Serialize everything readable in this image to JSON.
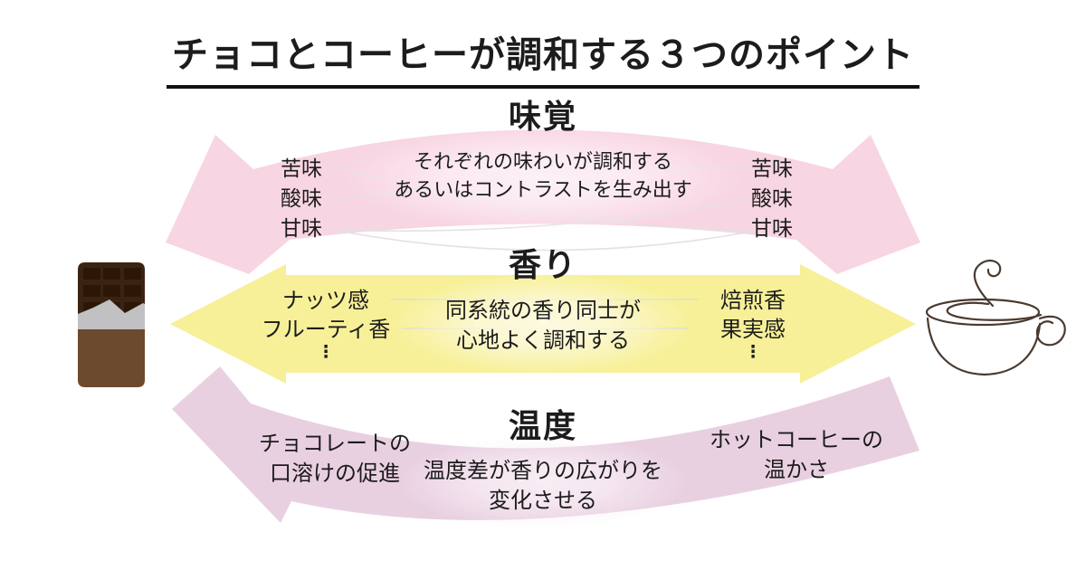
{
  "title": "チョコとコーヒーが調和する３つのポイント",
  "sections": {
    "taste": {
      "heading": "味覚",
      "left_items": [
        "苦味",
        "酸味",
        "甘味"
      ],
      "right_items": [
        "苦味",
        "酸味",
        "甘味"
      ],
      "center_line1": "それぞれの味わいが調和する",
      "center_line2": "あるいはコントラストを生み出す",
      "arrow_color": "#F8D5E3"
    },
    "aroma": {
      "heading": "香り",
      "left_items": [
        "ナッツ感",
        "フルーティ香",
        "⋮"
      ],
      "right_items": [
        "焙煎香",
        "果実感",
        "⋮"
      ],
      "center_line1": "同系統の香り同士が",
      "center_line2": "心地よく調和する",
      "arrow_color": "#F7F098"
    },
    "temperature": {
      "heading": "温度",
      "left_line1": "チョコレートの",
      "left_line2": "口溶けの促進",
      "right_line1": "ホットコーヒーの",
      "right_line2": "温かさ",
      "center_line1": "温度差が香りの広がりを",
      "center_line2": "変化させる",
      "arrow_color": "#E9D0E1"
    }
  },
  "icons": {
    "left": "chocolate-bar-icon",
    "right": "coffee-cup-icon"
  },
  "colors": {
    "taste_arrow": "#F8D5E3",
    "aroma_arrow": "#F7F098",
    "temperature_arrow": "#E9D0E1",
    "chocolate_dark": "#3B2312",
    "chocolate_squares": "#2C1706",
    "chocolate_foil": "#C1C0C2",
    "chocolate_wrapper": "#6B4A2E",
    "cup_line": "#4A3A30",
    "text": "#1C1C1C"
  }
}
